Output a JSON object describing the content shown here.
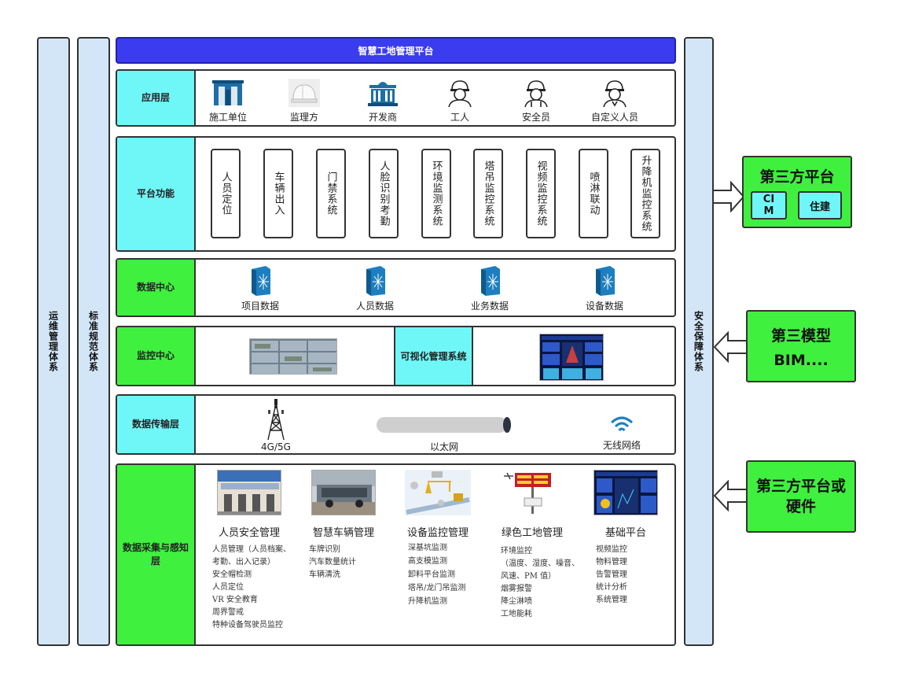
{
  "side": {
    "ops": "运维管理体系",
    "std": "标准规范体系",
    "security": "安全保障体系"
  },
  "title": "智慧工地管理平台",
  "app_layer": {
    "label": "应用层",
    "items": [
      {
        "label": "施工单位",
        "icon": "building-icon"
      },
      {
        "label": "监理方",
        "icon": "hardhat-icon"
      },
      {
        "label": "开发商",
        "icon": "government-building-icon"
      },
      {
        "label": "工人",
        "icon": "worker-icon"
      },
      {
        "label": "安全员",
        "icon": "safety-officer-icon"
      },
      {
        "label": "自定义人员",
        "icon": "custom-person-icon"
      }
    ]
  },
  "platform": {
    "label": "平台功能",
    "items": [
      "人员定位",
      "车辆出入",
      "门禁系统",
      "人脸识别考勤",
      "环境监测系统",
      "塔吊监控系统",
      "视频监控系统",
      "喷淋联动",
      "升降机监控系统"
    ]
  },
  "data_center": {
    "label": "数据中心",
    "items": [
      "项目数据",
      "人员数据",
      "业务数据",
      "设备数据"
    ]
  },
  "monitor": {
    "label": "监控中心",
    "vis": "可视化管理系统"
  },
  "transport": {
    "label": "数据传输层",
    "items": [
      "4G/5G",
      "以太网",
      "无线网络"
    ]
  },
  "collect": {
    "label": "数据采集与感知层",
    "cols": [
      {
        "title": "人员安全管理",
        "list": [
          "人员管理（人员档案、",
          "考勤、出入记录）",
          "安全帽检测",
          "人员定位",
          "VR 安全教育",
          "周界警戒",
          "特种设备驾驶员监控"
        ]
      },
      {
        "title": "智慧车辆管理",
        "list": [
          "车牌识别",
          "汽车数量统计",
          "车辆清洗"
        ]
      },
      {
        "title": "设备监控管理",
        "list": [
          "深基坑监测",
          "高支模监测",
          "卸料平台监测",
          "塔吊/龙门吊监测",
          "升降机监测"
        ]
      },
      {
        "title": "绿色工地管理",
        "list": [
          "环境监控",
          "（温度、湿度、噪音、",
          "风速、PM 值）",
          "烟雾报警",
          "降尘淋喷",
          "工地能耗"
        ]
      },
      {
        "title": "基础平台",
        "list": [
          "视频监控",
          "物料管理",
          "告警管理",
          "统计分析",
          "系统管理"
        ]
      }
    ]
  },
  "third_party": {
    "title": "第三方平台",
    "cim": "CI\nM",
    "zhujian": "住建"
  },
  "third_model": {
    "line1": "第三模型",
    "line2": "BIM...."
  },
  "third_hw": {
    "text": "第三方平台或硬件"
  },
  "colors": {
    "cyan": "#6ff7f7",
    "green": "#3ff03f",
    "blue": "#3b3bf0",
    "side": "#d3e6f8",
    "icon": "#1d6fa5"
  }
}
